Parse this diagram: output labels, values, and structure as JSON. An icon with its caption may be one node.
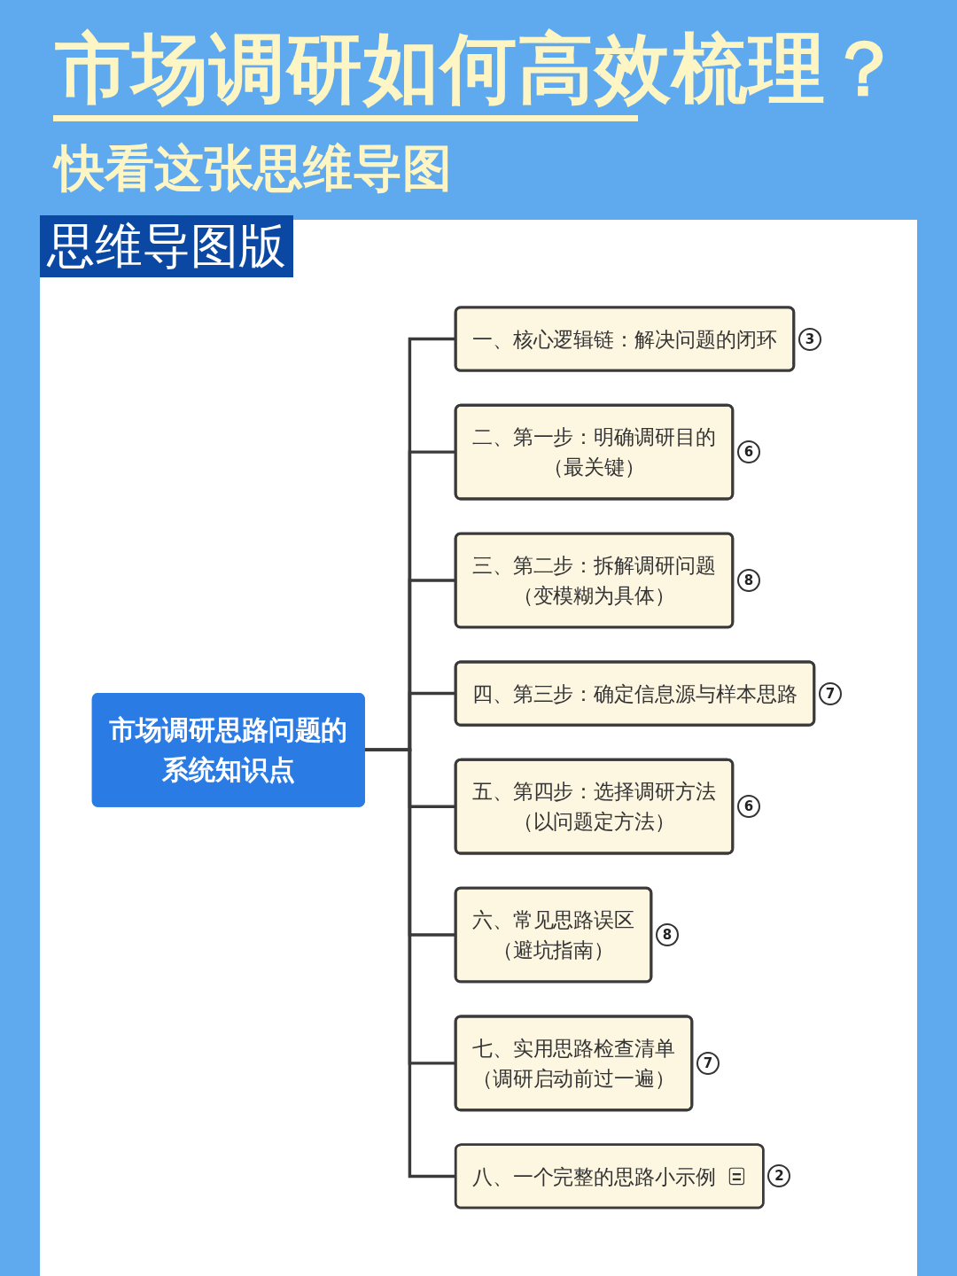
{
  "diagram": {
    "title": "市场调研如何高效梳理？",
    "nodes": [
      {
        "text": [
          "市场调研思路问题的系统知识点"
        ]
      },
      {
        "text": [
          "一、核心逻辑链：解决问题的闭环"
        ],
        "beside": [
          "3"
        ]
      },
      {
        "text": [
          "二、第一步：明确调研目的（最关键）"
        ],
        "beside": [
          "6"
        ]
      },
      {
        "text": [
          "三、第二步：拆解调研问题（变模糊为具体）"
        ],
        "beside": [
          "8"
        ]
      },
      {
        "text": [
          "四、第三步：确定信息源与样本思路"
        ],
        "beside": [
          "7"
        ]
      },
      {
        "text": [
          "五、第四步：选择调研方法（以问题定方法）"
        ],
        "beside": [
          "6"
        ]
      },
      {
        "text": [
          "六、常见思路误区（避坑指南）"
        ],
        "beside": [
          "8"
        ]
      },
      {
        "text": [
          "七、实用思路检查清单（调研启动前过一遍）"
        ],
        "beside": [
          "7"
        ]
      },
      {
        "text": [
          "八、一个完整的思路小示例"
        ],
        "beside": [
          "2"
        ]
      }
    ],
    "edges": [
      {
        "from": 0,
        "to": 1,
        "arrow": "none"
      },
      {
        "from": 0,
        "to": 2,
        "arrow": "none"
      },
      {
        "from": 0,
        "to": 3,
        "arrow": "none"
      },
      {
        "from": 0,
        "to": 4,
        "arrow": "none"
      },
      {
        "from": 0,
        "to": 5,
        "arrow": "none"
      },
      {
        "from": 0,
        "to": 6,
        "arrow": "none"
      },
      {
        "from": 0,
        "to": 7,
        "arrow": "none"
      },
      {
        "from": 0,
        "to": 8,
        "arrow": "none"
      }
    ],
    "labels": [
      "快看这张思维导图",
      "思维导图版"
    ]
  }
}
